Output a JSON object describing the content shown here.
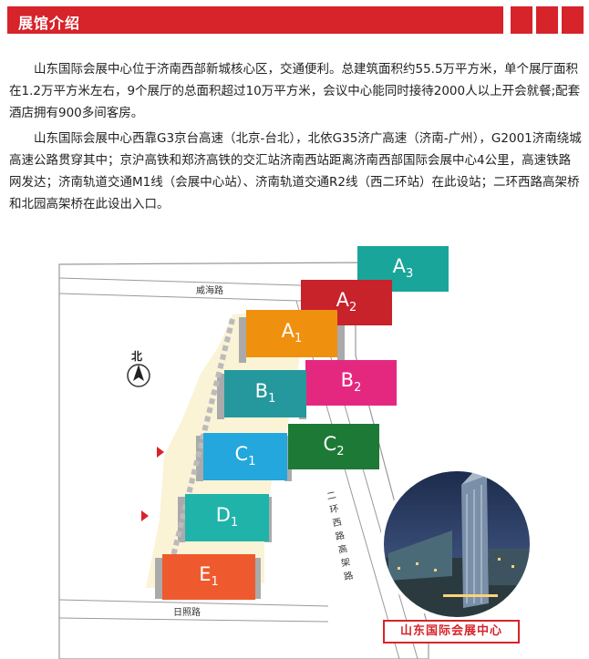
{
  "header": {
    "title": "展馆介绍"
  },
  "intro": {
    "paragraph1": "山东国际会展中心位于济南西部新城核心区，交通便利。总建筑面积约55.5万平方米，单个展厅面积在1.2万平方米左右，9个展厅的总面积超过10万平方米，会议中心能同时接待2000人以上开会就餐;配套酒店拥有900多间客房。",
    "paragraph2": "山东国际会展中心西靠G3京台高速（北京-台北），北依G35济广高速（济南-广州），G2001济南绕城高速公路贯穿其中；京沪高铁和郑济高铁的交汇站济南西站距离济南西部国际会展中心4公里，高速铁路网发达；济南轨道交通M1线（会展中心站）、济南轨道交通R2线（西二环站）在此设站；二环西路高架桥和北园高架桥在此设出入口。"
  },
  "map": {
    "north_label": "北",
    "roads": {
      "top": "威海路",
      "bottom": "日照路",
      "right": "二环西路高架路"
    },
    "halls": [
      {
        "id": "A3",
        "letter": "A",
        "num": "3",
        "color": "#1aa59a"
      },
      {
        "id": "A2",
        "letter": "A",
        "num": "2",
        "color": "#c8222b"
      },
      {
        "id": "A1",
        "letter": "A",
        "num": "1",
        "color": "#f0900f"
      },
      {
        "id": "B2",
        "letter": "B",
        "num": "2",
        "color": "#e4287f"
      },
      {
        "id": "B1",
        "letter": "B",
        "num": "1",
        "color": "#24989c"
      },
      {
        "id": "C2",
        "letter": "C",
        "num": "2",
        "color": "#1d7a36"
      },
      {
        "id": "C1",
        "letter": "C",
        "num": "1",
        "color": "#23a7dc"
      },
      {
        "id": "D1",
        "letter": "D",
        "num": "1",
        "color": "#1fb3aa"
      },
      {
        "id": "E1",
        "letter": "E",
        "num": "1",
        "color": "#ee5a2e"
      }
    ],
    "photo_caption": "山东国际会展中心"
  }
}
